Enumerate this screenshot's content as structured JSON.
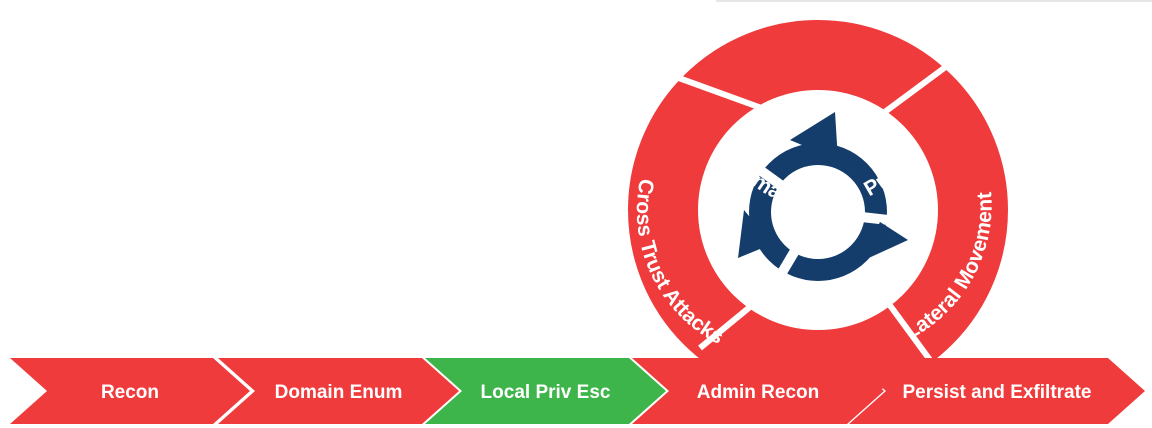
{
  "colors": {
    "red": "#f03b3c",
    "green": "#3db54a",
    "navy": "#153d6b",
    "white": "#ffffff"
  },
  "stages": [
    {
      "label": "Recon",
      "color": "red"
    },
    {
      "label": "Domain Enum",
      "color": "red"
    },
    {
      "label": "Local Priv Esc",
      "color": "green"
    },
    {
      "label": "Admin Recon",
      "color": "red"
    },
    {
      "label": "Persist and Exfiltrate",
      "color": "red"
    }
  ],
  "cycle": {
    "segments": [
      {
        "label": "Domain Admin Privs"
      },
      {
        "label": "Lateral Movement"
      },
      {
        "label": "Cross Trust Attacks"
      }
    ],
    "icon": "refresh-cycle-icon"
  }
}
